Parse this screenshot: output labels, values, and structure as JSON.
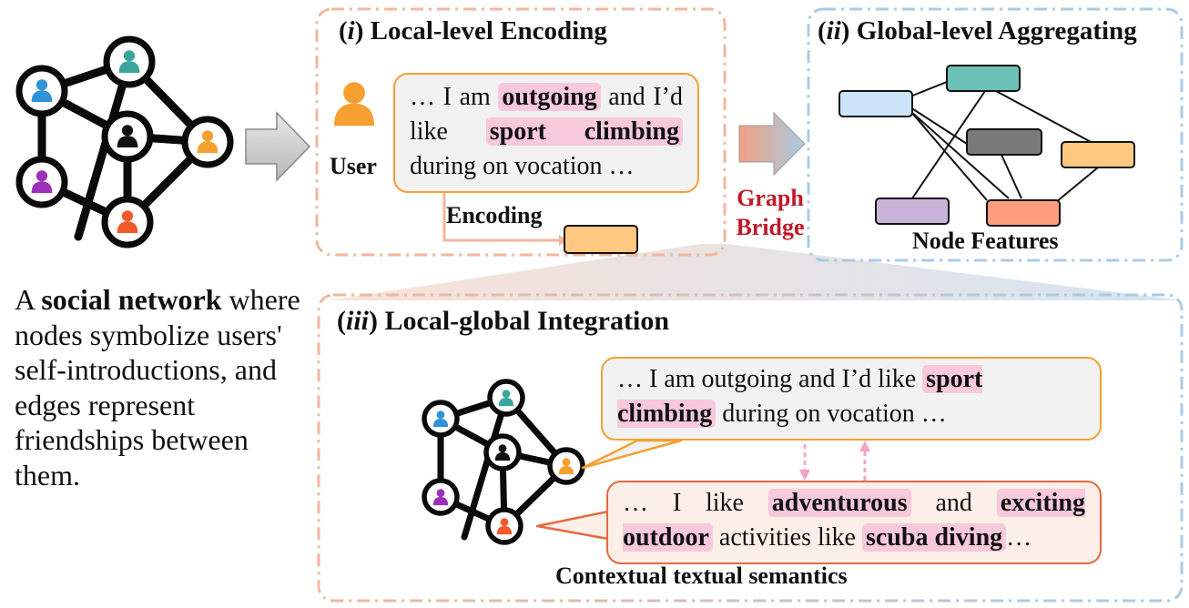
{
  "left": {
    "desc_prefix": "A ",
    "desc_bold": "social network",
    "desc_rest": " where nodes symbolize users' self-introductions, and edges represent friendships between them."
  },
  "panel_i": {
    "num": "i",
    "title": "Local-level Encoding",
    "user_label": "User",
    "text_parts": [
      "… I am ",
      "outgoing",
      " and I’d like ",
      "sport climbing",
      " during on vocation …"
    ],
    "encoding_label": "Encoding"
  },
  "bridge": {
    "line1": "Graph",
    "line2": "Bridge"
  },
  "panel_ii": {
    "num": "ii",
    "title": "Global-level Aggregating",
    "node_features_label": "Node Features"
  },
  "panel_iii": {
    "num": "iii",
    "title": "Local-global Integration",
    "text1_parts": [
      "… I am outgoing and I’d like ",
      "sport climbing",
      " during on vocation …"
    ],
    "text2_parts": [
      "… I like ",
      "adventurous",
      " and ",
      "exciting outdoor",
      " activities like ",
      "scuba diving",
      "…"
    ],
    "caption": "Contextual textual semantics"
  },
  "colors": {
    "teal": "#3aa69b",
    "blue": "#2f93d9",
    "orange": "#f5a030",
    "purple": "#9c30b8",
    "red": "#f15a2a",
    "black": "#111111",
    "highlight": "#f7c9da",
    "panel_orange": "#f0b89e",
    "panel_blue": "#a9cbe6"
  }
}
